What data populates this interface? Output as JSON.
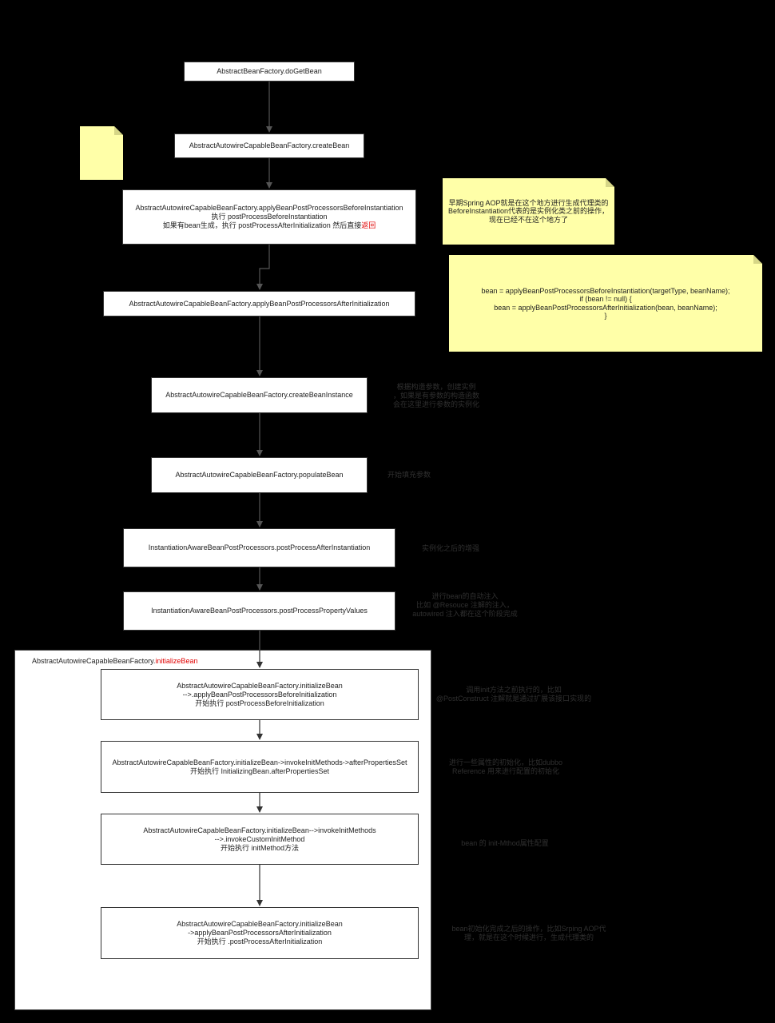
{
  "colors": {
    "background": "#000000",
    "box_fill": "#ffffff",
    "note_fill": "#ffffa8",
    "highlight": "#e00000",
    "annotation_text": "#303030"
  },
  "nodes": {
    "doGetBean": {
      "lines": [
        "AbstractBeanFactory.doGetBean"
      ]
    },
    "createBean": {
      "lines": [
        "AbstractAutowireCapableBeanFactory.createBean"
      ]
    },
    "applyBefore": {
      "line1": "AbstractAutowireCapableBeanFactory.applyBeanPostProcessorsBeforeInstantiation",
      "line2": "执行 postProcessBeforeInstantiation",
      "line3_prefix": "如果有bean生成，执行 postProcessAfterInitialization 然后直接",
      "line3_highlight": "返回"
    },
    "applyAfter": {
      "lines": [
        "AbstractAutowireCapableBeanFactory.applyBeanPostProcessorsAfterInitialization"
      ]
    },
    "createBeanInstance": {
      "lines": [
        "AbstractAutowireCapableBeanFactory.createBeanInstance"
      ]
    },
    "populateBean": {
      "lines": [
        "AbstractAutowireCapableBeanFactory.populateBean"
      ]
    },
    "postAfterInstantiation": {
      "lines": [
        "InstantiationAwareBeanPostProcessors.postProcessAfterInstantiation"
      ]
    },
    "postPropertyValues": {
      "lines": [
        "InstantiationAwareBeanPostProcessors.postProcessPropertyValues"
      ]
    },
    "initBefore": {
      "lines": [
        "AbstractAutowireCapableBeanFactory.initializeBean",
        "-->.applyBeanPostProcessorsBeforeInitialization",
        "开始执行 postProcessBeforeInitialization"
      ]
    },
    "afterPropertiesSet": {
      "lines": [
        "AbstractAutowireCapableBeanFactory.initializeBean->invokeInitMethods->afterPropertiesSet",
        "开始执行 InitializingBean.afterPropertiesSet"
      ]
    },
    "customInit": {
      "lines": [
        "AbstractAutowireCapableBeanFactory.initializeBean-->invokeInitMethods",
        "-->.invokeCustomInitMethod",
        "开始执行 initMethod方法"
      ]
    },
    "initAfter": {
      "lines": [
        "AbstractAutowireCapableBeanFactory.initializeBean",
        "->applyBeanPostProcessorsAfterInitialization",
        "开始执行 .postProcessAfterInitialization"
      ]
    }
  },
  "group": {
    "title_prefix": "AbstractAutowireCapableBeanFactory.",
    "title_highlight": "initializeBean"
  },
  "notes": {
    "aopNote": {
      "lines": [
        "早期Spring  AOP就是在这个地方进行生成代理类的",
        "BeforeInstantiation代表的是实例化类之前的操作，",
        "现在已经不在这个地方了"
      ]
    },
    "codeNote": {
      "lines": [
        "bean = applyBeanPostProcessorsBeforeInstantiation(targetType, beanName);",
        "if (bean != null) {",
        "bean = applyBeanPostProcessorsAfterInitialization(bean, beanName);",
        "}"
      ]
    }
  },
  "annotations": {
    "createInstance": {
      "lines": [
        "根据构造参数，创建实例",
        "，如果是有参数的构造函数",
        "会在这里进行参数的实例化"
      ]
    },
    "populate": {
      "lines": [
        "开始填充参数"
      ]
    },
    "afterInstantiation": {
      "lines": [
        "实例化之后的增强"
      ]
    },
    "propertyValues": {
      "lines": [
        "进行bean的自动注入",
        "比如 @Resouce 注解的注入，",
        "autowired 注入都在这个阶段完成"
      ]
    },
    "beforeInit": {
      "lines": [
        "调用init方法之前执行的，比如",
        "@PostConstruct 注解就是通过扩展该接口实现的"
      ]
    },
    "propertiesSet": {
      "lines": [
        "进行一些属性的初始化，比如dubbo",
        "Reference 用来进行配置的初始化"
      ]
    },
    "initMethod": {
      "lines": [
        "bean 的 init-Mthod属性配置"
      ]
    },
    "afterInit": {
      "lines": [
        "bean初始化完成之后的操作，比如Srping AOP代",
        "理，就是在这个时候进行，生成代理类的"
      ]
    }
  }
}
